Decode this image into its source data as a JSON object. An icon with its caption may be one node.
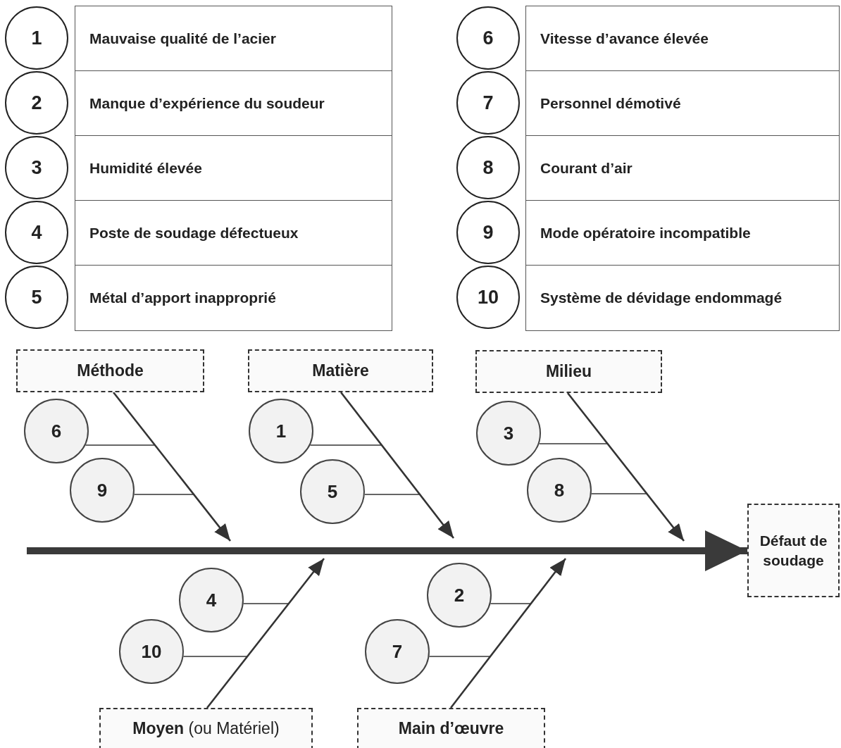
{
  "diagram": {
    "nodes": [
      {
        "text": [
          "1"
        ]
      },
      {
        "text": [
          "Mauvaise qualité de l’acier"
        ]
      },
      {
        "text": [
          "2"
        ]
      },
      {
        "text": [
          "Manque d’expérience du soudeur"
        ]
      },
      {
        "text": [
          "3"
        ]
      },
      {
        "text": [
          "Humidité élevée"
        ]
      },
      {
        "text": [
          "4"
        ]
      },
      {
        "text": [
          "Poste de soudage défectueux"
        ]
      },
      {
        "text": [
          "5"
        ]
      },
      {
        "text": [
          "Métal d’apport inapproprié"
        ]
      },
      {
        "text": [
          "6"
        ]
      },
      {
        "text": [
          "Vitesse d’avance élevée"
        ]
      },
      {
        "text": [
          "7"
        ]
      },
      {
        "text": [
          "Personnel démotivé"
        ]
      },
      {
        "text": [
          "8"
        ]
      },
      {
        "text": [
          "Courant d’air"
        ]
      },
      {
        "text": [
          "9"
        ]
      },
      {
        "text": [
          "Mode opératoire incompatible"
        ]
      },
      {
        "text": [
          "10"
        ]
      },
      {
        "text": [
          "Système de dévidage endommagé"
        ]
      },
      {
        "text": [
          "Méthode"
        ]
      },
      {
        "text": [
          "Matière"
        ]
      },
      {
        "text": [
          "Milieu"
        ]
      },
      {
        "text": [
          "**Moyen** (ou Matériel)"
        ]
      },
      {
        "text": [
          "Main d’œuvre"
        ]
      },
      {
        "text": [
          "Défaut de soudage"
        ]
      },
      {
        "text": [
          "6"
        ]
      },
      {
        "text": [
          "1"
        ]
      },
      {
        "text": [
          "3"
        ]
      },
      {
        "text": [
          "9"
        ]
      },
      {
        "text": [
          "5"
        ]
      },
      {
        "text": [
          "8"
        ]
      },
      {
        "text": [
          "4"
        ]
      },
      {
        "text": [
          "2"
        ]
      },
      {
        "text": [
          "10"
        ]
      },
      {
        "text": [
          "7"
        ]
      }
    ],
    "edges": [
      {
        "from": null,
        "to": 25,
        "arrow": "to",
        "style": "thick"
      },
      {
        "from": 20,
        "to": null,
        "arrow": "to"
      },
      {
        "from": 21,
        "to": null,
        "arrow": "to"
      },
      {
        "from": 22,
        "to": null,
        "arrow": "to"
      },
      {
        "from": 23,
        "to": null,
        "arrow": "to"
      },
      {
        "from": 24,
        "to": null,
        "arrow": "to"
      },
      {
        "from": 26,
        "to": null,
        "arrow": "none"
      },
      {
        "from": 27,
        "to": null,
        "arrow": "none"
      },
      {
        "from": 28,
        "to": null,
        "arrow": "none"
      },
      {
        "from": 29,
        "to": null,
        "arrow": "none"
      },
      {
        "from": 30,
        "to": null,
        "arrow": "none"
      },
      {
        "from": 31,
        "to": null,
        "arrow": "none"
      },
      {
        "from": 32,
        "to": null,
        "arrow": "none"
      },
      {
        "from": 33,
        "to": null,
        "arrow": "none"
      },
      {
        "from": 34,
        "to": null,
        "arrow": "none"
      },
      {
        "from": 35,
        "to": null,
        "arrow": "none"
      }
    ]
  }
}
